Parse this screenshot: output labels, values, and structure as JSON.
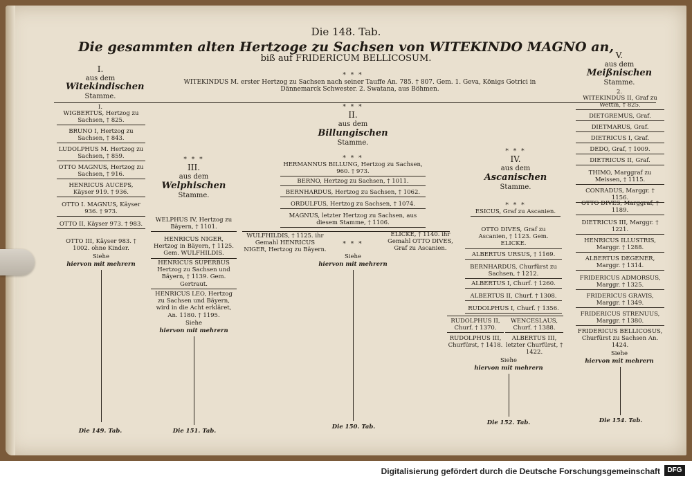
{
  "header": {
    "number": "Die 148. Tab.",
    "title": "Die gesammten alten Hertzoge zu Sachsen von WITEKINDO MAGNO an,",
    "subtitle": "biß auf FRIDERICUM BELLICOSUM.",
    "stars": "* * *",
    "progenitor": "WITEKINDUS M. erster Hertzog zu Sachsen nach seiner Tauffe An. 785. † 807. Gem. 1. Geva, Königs Gotrici in Dännemarck Schwester. 2. Swatana, aus Böhmen."
  },
  "columns": {
    "col1": {
      "num": "I.",
      "pre": "aus dem",
      "name": "Witekindischen",
      "post": "Stamme.",
      "entries": [
        "WIGBERTUS, Hertzog zu Sachsen, † 825.",
        "BRUNO I, Hertzog zu Sachsen, † 843.",
        "LUDOLPHUS M. Hertzog zu Sachsen, † 859.",
        "OTTO MAGNUS, Hertzog zu Sachsen, † 916.",
        "HENRICUS AUCEPS, Käyser 919. † 936.",
        "OTTO I. MAGNUS, Käyser 936. † 973.",
        "OTTO II, Käyser 973. † 983.",
        "OTTO III, Käyser 983. † 1002. ohne Kinder."
      ],
      "entries_note": "I.",
      "see": "Siehe",
      "more": "hiervon mit mehrern",
      "ref": "Die 149. Tab."
    },
    "col3": {
      "num": "III.",
      "pre": "aus dem",
      "name": "Welphischen",
      "post": "Stamme.",
      "entries": [
        "WELPHUS IV, Hertzog zu Bäyern, † 1101.",
        "HENRICUS NIGER, Hertzog in Bäyern, † 1125. Gem. WULFHILDIS.",
        "HENRICUS SUPERBUS Hertzog zu Sachsen und Bäyern, † 1139. Gem. Gertraut.",
        "HENRICUS LEO, Hertzog zu Sachsen und Bäyern, wird in die Acht erkläret, An. 1180. † 1195."
      ],
      "see": "Siehe",
      "more": "hiervon mit mehrern",
      "ref": "Die 151. Tab."
    },
    "col2": {
      "num": "II.",
      "pre": "aus dem",
      "name": "Billungischen",
      "post": "Stamme.",
      "entries": [
        "HERMANNUS BILLUNG, Hertzog zu Sachsen, 960. † 973.",
        "BERNO, Hertzog zu Sachsen, † 1011.",
        "BERNHARDUS, Hertzog zu Sachsen, † 1062.",
        "ORDULFUS, Hertzog zu Sachsen, † 1074.",
        "MAGNUS, letzter Hertzog zu Sachsen, aus diesem Stamme, † 1106."
      ],
      "left_daughter": "WULFHILDIS, † 1125. ihr Gemahl HENRICUS NIGER, Hertzog zu Bäyern.",
      "right_daughter": "ELICKE, † 1140. ihr Gemahl OTTO DIVES, Graf zu Ascanien.",
      "see": "Siehe",
      "more": "hiervon mit mehrern",
      "ref": "Die 150. Tab."
    },
    "col4": {
      "num": "IV.",
      "pre": "aus dem",
      "name": "Ascanischen",
      "post": "Stamme.",
      "entries": [
        "ESICUS, Graf zu Ascanien.",
        "OTTO DIVES, Graf zu Ascanien, † 1123. Gem. ELICKE.",
        "ALBERTUS URSUS, † 1169.",
        "BERNHARDUS, Churfürst zu Sachsen, † 1212.",
        "ALBERTUS I, Churf. † 1260.",
        "ALBERTUS II, Churf. † 1308.",
        "RUDOLPHUS I, Churf. † 1356."
      ],
      "split_left": [
        "RUDOLPHUS II, Churf. † 1370.",
        "RUDOLPHUS III, Churfürst, † 1418."
      ],
      "split_right": [
        "WENCESLAUS, Churf. † 1388.",
        "ALBERTUS III, letzter Churfürst, † 1422."
      ],
      "see": "Siehe",
      "more": "hiervon mit mehrern",
      "ref": "Die 152. Tab."
    },
    "col5": {
      "num": "V.",
      "pre": "aus dem",
      "name": "Meißnischen",
      "post": "Stamme.",
      "entries_note": "2.",
      "entries": [
        "WITEKINDUS II, Graf zu Wettin, † 825.",
        "DIETGREMUS, Graf.",
        "DIETMARUS, Graf.",
        "DIETRICUS I, Graf.",
        "DEDO, Graf, † 1009.",
        "DIETRICUS II, Graf.",
        "THIMO, Marggraf zu Meissen, † 1115.",
        "CONRADUS, Marggr. † 1156.",
        "OTTO DIVES, Marggraf, † 1189.",
        "DIETRICUS III, Marggr. † 1221.",
        "HENRICUS ILLUSTRIS, Marggr. † 1288.",
        "ALBERTUS DEGENER, Marggr. † 1314.",
        "FRIDERICUS ADMORSUS, Marggr. † 1325.",
        "FRIDERICUS GRAVIS, Marggr. † 1349.",
        "FRIDERICUS STRENUUS, Marggr. † 1380.",
        "FRIDERICUS BELLICOSUS, Churfürst zu Sachsen An. 1424."
      ],
      "see": "Siehe",
      "more": "hiervon mit mehrern",
      "ref": "Die 154. Tab."
    }
  },
  "footer": {
    "text": "Digitalisierung gefördert durch die Deutsche Forschungsgemeinschaft",
    "logo": "DFG"
  }
}
